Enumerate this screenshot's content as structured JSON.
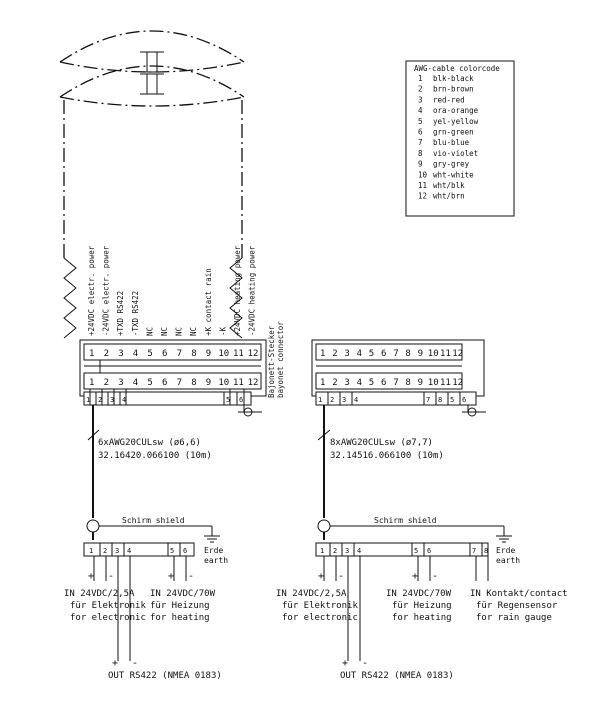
{
  "legend": {
    "title": "AWG-cable colorcode",
    "entries": [
      {
        "num": "1",
        "text": "blk-black"
      },
      {
        "num": "2",
        "text": "brn-brown"
      },
      {
        "num": "3",
        "text": "red-red"
      },
      {
        "num": "4",
        "text": "ora-orange"
      },
      {
        "num": "5",
        "text": "yel-yellow"
      },
      {
        "num": "6",
        "text": "grn-green"
      },
      {
        "num": "7",
        "text": "blu-blue"
      },
      {
        "num": "8",
        "text": "vio-violet"
      },
      {
        "num": "9",
        "text": "gry-grey"
      },
      {
        "num": "10",
        "text": "wht-white"
      },
      {
        "num": "11",
        "text": "wht/blk"
      },
      {
        "num": "12",
        "text": "wht/brn"
      }
    ]
  },
  "left": {
    "pins": [
      "1",
      "2",
      "3",
      "4",
      "5",
      "6",
      "7",
      "8",
      "9",
      "10",
      "11",
      "12"
    ],
    "pin_labels": [
      "+24VDC electr. power",
      "-24VDC electr. power",
      "+TXD RS422",
      "-TXD RS422",
      "NC",
      "NC",
      "NC",
      "NC",
      "+K contact rain",
      "-K",
      "+24VDC heating power",
      "-24VDC heating power"
    ],
    "connector_label_de": "Bajonett-Stecker",
    "connector_label_en": "bayonet connector",
    "wire_nums_top": [
      "1",
      "2",
      "3",
      "4",
      "5",
      "6"
    ],
    "cable_spec": "6xAWG20CULsw   (ø6,6)",
    "cable_part": "32.16420.066100 (10m)",
    "shield_label": "Schirm  shield",
    "earth_de": "Erde",
    "earth_en": "earth",
    "wire_nums_bottom": [
      "1",
      "2",
      "3",
      "4",
      "5",
      "6"
    ],
    "in_power": [
      "IN 24VDC/2,5A",
      "für Elektronik",
      "for electronic"
    ],
    "in_heating": [
      "IN 24VDC/70W",
      "für Heizung",
      "for heating"
    ],
    "out_rs422": "OUT RS422 (NMEA 0183)"
  },
  "right": {
    "pins": [
      "1",
      "2",
      "3",
      "4",
      "5",
      "6",
      "7",
      "8",
      "9",
      "10",
      "11",
      "12"
    ],
    "wire_nums_top": [
      "1",
      "2",
      "3",
      "4",
      "7",
      "8",
      "5",
      "6"
    ],
    "cable_spec": "8xAWG20CULsw   (ø7,7)",
    "cable_part": "32.14516.066100 (10m)",
    "shield_label": "Schirm  shield",
    "earth_de": "Erde",
    "earth_en": "earth",
    "wire_nums_bottom": [
      "1",
      "2",
      "3",
      "4",
      "5",
      "6",
      "7",
      "8"
    ],
    "in_power": [
      "IN 24VDC/2,5A",
      "für Elektronik",
      "for electronic"
    ],
    "in_heating": [
      "IN 24VDC/70W",
      "für Heizung",
      "for heating"
    ],
    "in_rain": [
      "IN Kontakt/contact",
      "für Regensensor",
      "for rain gauge"
    ],
    "out_rs422": "OUT RS422 (NMEA 0183)"
  },
  "symbols": {
    "plus": "+",
    "minus": "-"
  }
}
